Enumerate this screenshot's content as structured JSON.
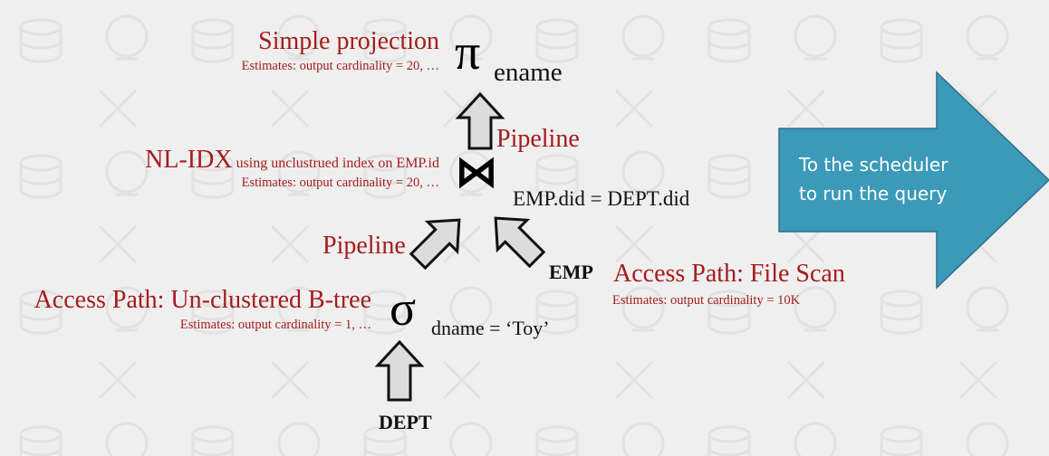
{
  "background_color": "#efefef",
  "accent_color": "#a51c1c",
  "callout": {
    "color": "#3c9ab9",
    "line1": "To the scheduler",
    "line2": "to run the query"
  },
  "nodes": {
    "projection": {
      "symbol": "π",
      "subscript": "ename"
    },
    "join": {
      "symbol": "⋈",
      "condition": "EMP.did = DEPT.did"
    },
    "selection": {
      "symbol": "σ",
      "subscript": "dname = ‘Toy’"
    },
    "emp": "EMP",
    "dept": "DEPT"
  },
  "annotations": {
    "projection_title": "Simple projection",
    "projection_estimate": "Estimates: output cardinality = 20, …",
    "join_title": "NL-IDX",
    "join_detail": "using unclustrued index on EMP.id",
    "join_estimate": "Estimates: output cardinality = 20, …",
    "pipeline_top": "Pipeline",
    "pipeline_left": "Pipeline",
    "emp_access": "Access Path: File Scan",
    "emp_estimate": "Estimates: output cardinality = 10K",
    "dept_access": "Access Path: Un-clustered B-tree",
    "dept_estimate": "Estimates: output cardinality = 1, …"
  }
}
